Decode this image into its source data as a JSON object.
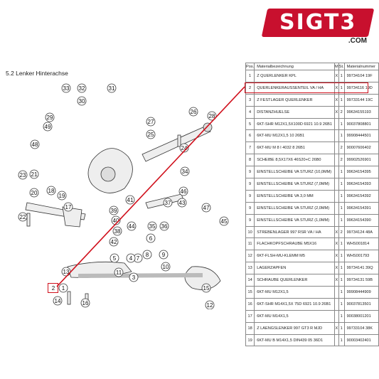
{
  "logo": {
    "text": "SIGT3",
    "domain": ".COM",
    "brand_color": "#c8102e"
  },
  "section_title": "5.2  Lenker Hinterachse",
  "highlight_color": "#d0101c",
  "table": {
    "headers": {
      "pos": "Pos.",
      "desc": "Materialbezeichnung",
      "mark": "M",
      "qty": "St.",
      "number": "Materialnummer"
    },
    "rows": [
      {
        "pos": "1",
        "desc": "Z QUERLENKER KPL",
        "mark": "X",
        "qty": "1",
        "number": "99734104 19F"
      },
      {
        "pos": "2",
        "desc": "QUERLENKERAUSSENTEIL VA / HA",
        "mark": "X",
        "qty": "1",
        "number": "99734116 19D"
      },
      {
        "pos": "3",
        "desc": "Z FESTLAGER QUERLENKER",
        "mark": "X",
        "qty": "1",
        "number": "99733144 19C"
      },
      {
        "pos": "4",
        "desc": "DISTANZHUELSE",
        "mark": "X",
        "qty": "2",
        "number": "99634155193"
      },
      {
        "pos": "5",
        "desc": "6KT-SHR M12X1,5X100D 6921 10.9 26B1",
        "mark": "",
        "qty": "1",
        "number": "90037808801"
      },
      {
        "pos": "6",
        "desc": "6KT-MU M12X1,5 10 26B1",
        "mark": "",
        "qty": "1",
        "number": "99908444501"
      },
      {
        "pos": "7",
        "desc": "6KT-MU M 8 I 4032 8 26B1",
        "mark": "",
        "qty": "2",
        "number": "90007606402"
      },
      {
        "pos": "8",
        "desc": "SCHEIBE 8,5X17X6 46S20+C 26B0",
        "mark": "",
        "qty": "2",
        "number": "99902526901"
      },
      {
        "pos": "9",
        "desc": "EINSTELLSCHEIBE VA STURZ (10,0MM)",
        "mark": "",
        "qty": "1",
        "number": "99634154395"
      },
      {
        "pos": "9",
        "desc": "EINSTELLSCHEIBE VA STURZ (7,0MM)",
        "mark": "",
        "qty": "1",
        "number": "99634154393"
      },
      {
        "pos": "9",
        "desc": "EINSTELLSCHEIBE VA 3,0 MM",
        "mark": "",
        "qty": "1",
        "number": "99634154392"
      },
      {
        "pos": "9",
        "desc": "EINSTELLSCHEIBE VA STURZ (2,0MM)",
        "mark": "",
        "qty": "1",
        "number": "99634154391"
      },
      {
        "pos": "9",
        "desc": "EINSTELLSCHEIBE VA STURZ (1,0MM)",
        "mark": "",
        "qty": "1",
        "number": "99634154390"
      },
      {
        "pos": "10",
        "desc": "STREBENLAGER 997 RSR VA / HA",
        "mark": "X",
        "qty": "2",
        "number": "99734124 48A"
      },
      {
        "pos": "11",
        "desc": "FLACHKOPFSCHRAUBE M5X16",
        "mark": "X",
        "qty": "1",
        "number": "WHS001814"
      },
      {
        "pos": "12",
        "desc": "6KT-FLSH-MU-KLEMM M5",
        "mark": "X",
        "qty": "1",
        "number": "WHS001793"
      },
      {
        "pos": "13",
        "desc": "LAGERZAPFEN",
        "mark": "X",
        "qty": "1",
        "number": "99734141 39Q"
      },
      {
        "pos": "14",
        "desc": "SCHRAUBE QUERLENKER",
        "mark": "X",
        "qty": "1",
        "number": "99734131 59B"
      },
      {
        "pos": "15",
        "desc": "6KT-MU M12X1,5",
        "mark": "",
        "qty": "1",
        "number": "99908444909"
      },
      {
        "pos": "16",
        "desc": "6KT-SHR M14X1,5X 75D 6921 10.9 26B1",
        "mark": "",
        "qty": "1",
        "number": "90037813501"
      },
      {
        "pos": "17",
        "desc": "6KT-MU M14X1,5",
        "mark": "",
        "qty": "1",
        "number": "90038001201"
      },
      {
        "pos": "18",
        "desc": "Z LAENGSLENKER 997 GT3 R MJD",
        "mark": "X",
        "qty": "1",
        "number": "99733104 38K"
      },
      {
        "pos": "19",
        "desc": "6KT-MU B M14X1,5 DIN439 05 36D1",
        "mark": "",
        "qty": "1",
        "number": "90003402401"
      }
    ]
  },
  "callouts": [
    "33",
    "32",
    "31",
    "30",
    "29",
    "28",
    "27",
    "26",
    "25",
    "24",
    "23",
    "22",
    "21",
    "20",
    "19",
    "18",
    "17",
    "16",
    "15",
    "14",
    "13",
    "12",
    "11",
    "10",
    "9",
    "8",
    "7",
    "6",
    "5",
    "4",
    "3",
    "2",
    "1",
    "32",
    "45",
    "44",
    "43",
    "42",
    "41",
    "40",
    "39",
    "38",
    "37",
    "36",
    "35",
    "34",
    "49",
    "48",
    "47",
    "46"
  ],
  "highlighted_callout": "2"
}
